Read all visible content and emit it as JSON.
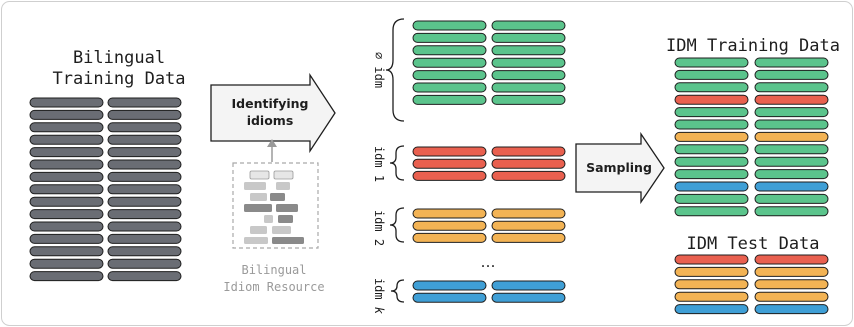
{
  "colors": {
    "training_row": "#6a6d74",
    "zero_idiom": "#5bc48c",
    "idiom_1": "#e9604f",
    "idiom_2": "#f3b354",
    "idiom_k": "#3f9fd6",
    "outline": "#1e1e1e",
    "resource_light": "#dcdcdc",
    "resource_mid": "#b4b4b4",
    "resource_dark": "#8c8c8c",
    "resource_text": "#9a9a9a",
    "arrow_fill": "#f4f4f4"
  },
  "bilingual": {
    "title_line1": "Bilingual",
    "title_line2": "Training Data",
    "row_count": 15
  },
  "identify_arrow": {
    "label_line1": "Identifying",
    "label_line2": "idioms"
  },
  "resource": {
    "label_line1": "Bilingual",
    "label_line2": "Idiom Resource"
  },
  "groups": {
    "zero": {
      "label": "∅ idm",
      "row_count": 7,
      "color_key": "zero_idiom"
    },
    "idm1": {
      "label": "idm 1",
      "row_count": 3,
      "color_key": "idiom_1"
    },
    "idm2": {
      "label": "idm 2",
      "row_count": 3,
      "color_key": "idiom_2"
    },
    "idmk": {
      "label_prefix": "idm ",
      "label_var": "k",
      "row_count": 2,
      "color_key": "idiom_k"
    },
    "ellipsis": "…"
  },
  "sampling_arrow": {
    "label": "Sampling"
  },
  "idm_training": {
    "title": "IDM Training Data",
    "rows": [
      "zero_idiom",
      "zero_idiom",
      "zero_idiom",
      "idiom_1",
      "zero_idiom",
      "zero_idiom",
      "idiom_2",
      "zero_idiom",
      "zero_idiom",
      "zero_idiom",
      "idiom_k",
      "zero_idiom",
      "zero_idiom"
    ]
  },
  "idm_test": {
    "title": "IDM Test Data",
    "rows": [
      "idiom_1",
      "idiom_2",
      "idiom_2",
      "idiom_2",
      "idiom_k"
    ]
  }
}
